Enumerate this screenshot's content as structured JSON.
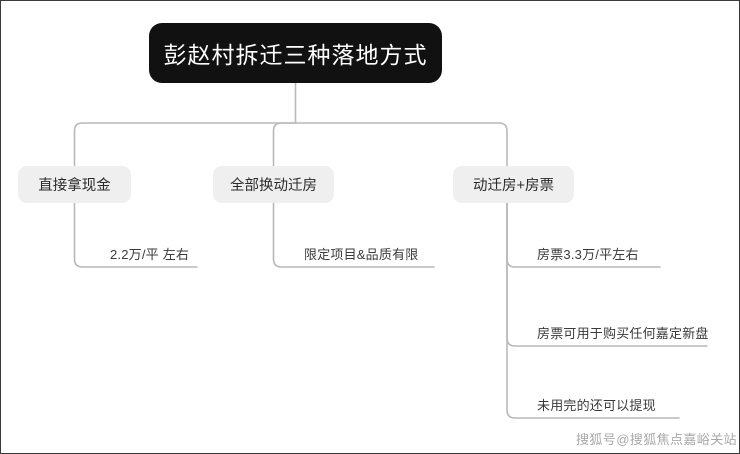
{
  "diagram": {
    "type": "tree",
    "root": {
      "label": "彭赵村拆迁三种落地方式"
    },
    "branches": [
      {
        "label": "直接拿现金",
        "leaves": [
          {
            "text": "2.2万/平 左右"
          }
        ]
      },
      {
        "label": "全部换动迁房",
        "leaves": [
          {
            "text": "限定项目&品质有限"
          }
        ]
      },
      {
        "label": "动迁房+房票",
        "leaves": [
          {
            "text": "房票3.3万/平左右"
          },
          {
            "text": "房票可用于购买任何嘉定新盘"
          },
          {
            "text": "未用完的还可以提现"
          }
        ]
      }
    ]
  },
  "watermark": {
    "text": "搜狐号@搜狐焦点嘉峪关站"
  },
  "colors": {
    "root_bg": "#111111",
    "root_text": "#ffffff",
    "branch_bg": "#efefef",
    "branch_text": "#2b2b2b",
    "leaf_text": "#3a3a3a",
    "edge": "#b9b9b9",
    "canvas_bg": "#ffffff",
    "watermark_text": "#a8a8a8"
  }
}
